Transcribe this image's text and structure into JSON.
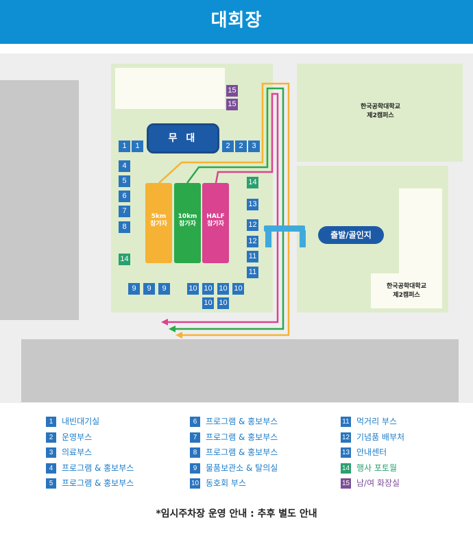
{
  "header": {
    "title": "대회장"
  },
  "colors": {
    "header": "#0e8fd4",
    "booth_blue": "#2a74be",
    "booth_green": "#2aa070",
    "booth_purple": "#7b4d98",
    "route_5km": "#f6b234",
    "route_10km": "#2aa84a",
    "route_half": "#d94390",
    "stage": "#1d5aa6",
    "gate": "#3fa9dc"
  },
  "map": {
    "stage_label": "무 대",
    "start_label": "출발/골인지",
    "corrals": [
      {
        "label": "5km\n참가자",
        "color": "#f6b234"
      },
      {
        "label": "10km\n참가자",
        "color": "#2aa84a"
      },
      {
        "label": "HALF\n참가자",
        "color": "#d94390"
      }
    ],
    "campus_labels": [
      "한국공학대학교\n제2캠퍼스",
      "한국공학대학교\n제2캠퍼스"
    ],
    "booths": [
      "1",
      "1",
      "2",
      "2",
      "3",
      "4",
      "5",
      "6",
      "7",
      "8",
      "14",
      "9",
      "9",
      "9",
      "10",
      "10",
      "10",
      "10",
      "10",
      "10",
      "14",
      "13",
      "12",
      "12",
      "11",
      "11",
      "15",
      "15"
    ]
  },
  "legend": [
    {
      "num": "1",
      "label": "내빈대기실",
      "color": "blue"
    },
    {
      "num": "2",
      "label": "운영부스",
      "color": "blue"
    },
    {
      "num": "3",
      "label": "의료부스",
      "color": "blue"
    },
    {
      "num": "4",
      "label": "프로그램 & 홍보부스",
      "color": "blue"
    },
    {
      "num": "5",
      "label": "프로그램 & 홍보부스",
      "color": "blue"
    },
    {
      "num": "6",
      "label": "프로그램 & 홍보부스",
      "color": "blue"
    },
    {
      "num": "7",
      "label": "프로그램 & 홍보부스",
      "color": "blue"
    },
    {
      "num": "8",
      "label": "프로그램 & 홍보부스",
      "color": "blue"
    },
    {
      "num": "9",
      "label": "물품보관소 & 탈의실",
      "color": "blue"
    },
    {
      "num": "10",
      "label": "동호회 부스",
      "color": "blue"
    },
    {
      "num": "11",
      "label": "먹거리 부스",
      "color": "blue"
    },
    {
      "num": "12",
      "label": "기념품 배부처",
      "color": "blue"
    },
    {
      "num": "13",
      "label": "안내센터",
      "color": "blue"
    },
    {
      "num": "14",
      "label": "행사 포토월",
      "color": "green"
    },
    {
      "num": "15",
      "label": "남/여 화장실",
      "color": "purple"
    }
  ],
  "note": "*임시주차장 운영 안내 : 추후 별도 안내"
}
